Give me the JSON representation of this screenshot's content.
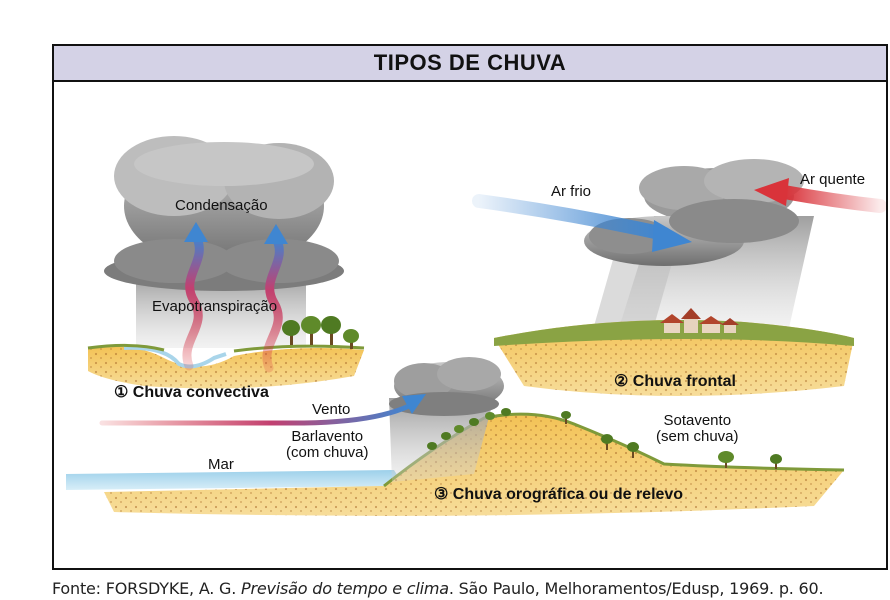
{
  "title": "TIPOS DE CHUVA",
  "panels": {
    "convective": {
      "number": "①",
      "name": "Chuva convectiva",
      "label_top": "Condensação",
      "label_mid": "Evapotranspiração"
    },
    "frontal": {
      "number": "②",
      "name": "Chuva frontal",
      "label_cold": "Ar frio",
      "label_warm": "Ar quente"
    },
    "orographic": {
      "number": "③",
      "name": "Chuva orográfica ou de relevo",
      "label_wind": "Vento",
      "label_windward_1": "Barlavento",
      "label_windward_2": "(com chuva)",
      "label_leeward_1": "Sotavento",
      "label_leeward_2": "(sem chuva)",
      "label_sea": "Mar"
    }
  },
  "caption": {
    "prefix": "Fonte: FORSDYKE, A. G. ",
    "book": "Previsão do tempo e clima",
    "suffix": ". São Paulo, Melhoramentos/Edusp, 1969. p. 60."
  },
  "colors": {
    "title_bg": "#d4d2e6",
    "soil": "#e8b54a",
    "grass": "#7f9a3a",
    "sea": "#a8d4ec",
    "cloud": "#8c8c8c",
    "warm_air": "#d9333a",
    "cold_air": "#3f86d1"
  },
  "icons": [
    "cloud-icon",
    "rain-icon",
    "tree-icon",
    "arrow-icon",
    "village-icon"
  ]
}
